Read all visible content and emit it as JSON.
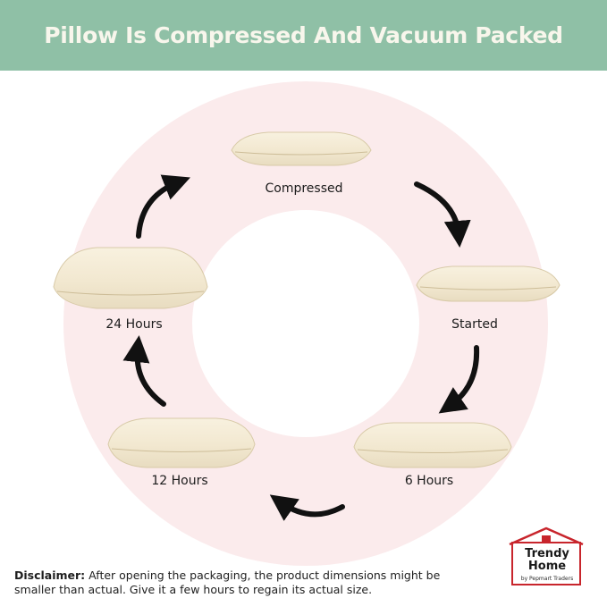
{
  "banner": {
    "title": "Pillow Is Compressed And Vacuum Packed",
    "background": "#8fc0a6",
    "text_color": "#f8f6ec"
  },
  "ring": {
    "color": "#fbebec"
  },
  "stages": [
    {
      "label": "Compressed"
    },
    {
      "label": "Started"
    },
    {
      "label": "6 Hours"
    },
    {
      "label": "12 Hours"
    },
    {
      "label": "24 Hours"
    }
  ],
  "pillow_color": "#f3ebd7",
  "arrow_color": "#111111",
  "disclaimer": {
    "label": "Disclaimer:",
    "text": "After opening the packaging, the product dimensions might be smaller than actual. Give it a few hours to regain its actual size."
  },
  "brand": {
    "line1": "Trendy",
    "line2": "Home",
    "sub": "by Pepmart Traders",
    "color": "#c8252c",
    "icon": "house-icon"
  }
}
